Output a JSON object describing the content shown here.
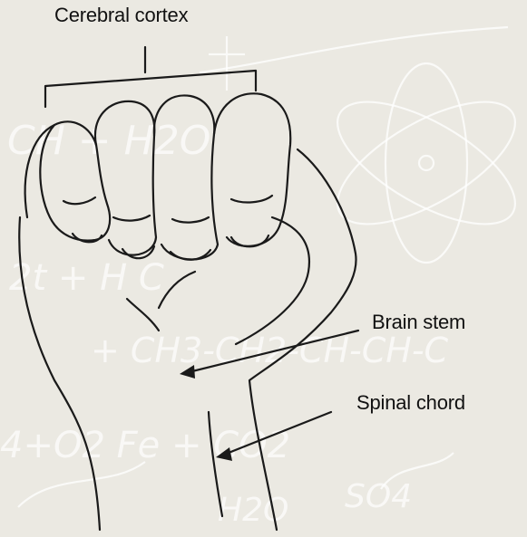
{
  "labels": {
    "cortex": "Cerebral cortex",
    "stem": "Brain stem",
    "chord": "Spinal chord"
  }
}
